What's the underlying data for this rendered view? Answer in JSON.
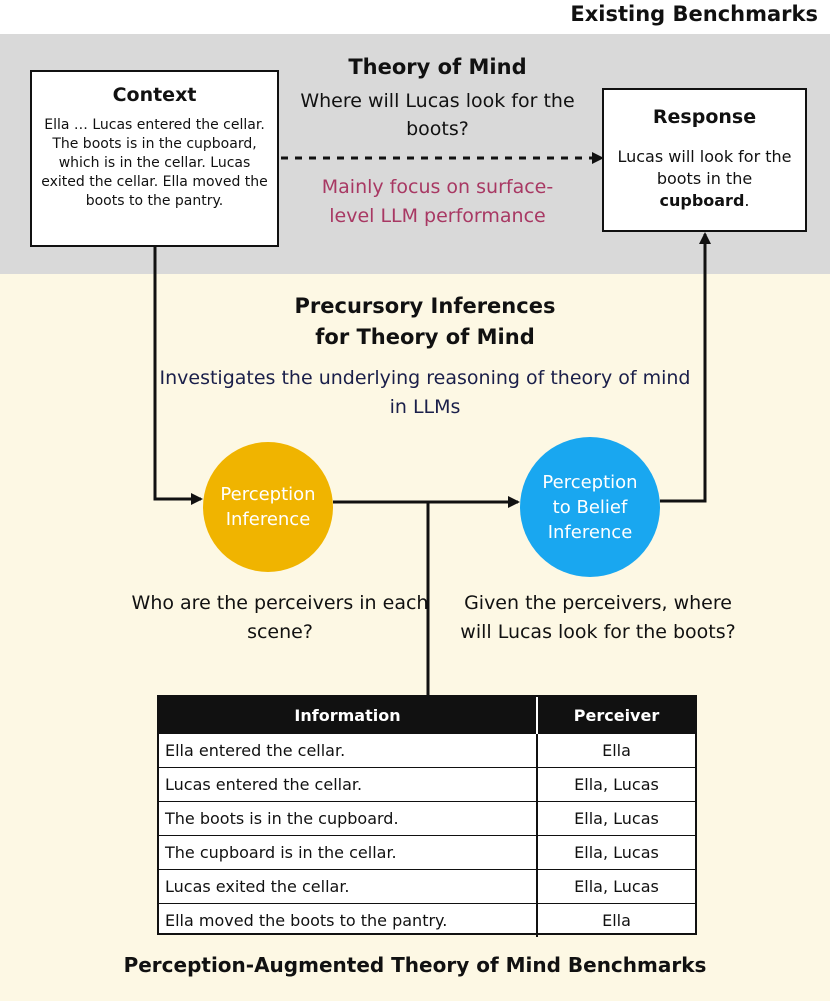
{
  "existing": {
    "band_label": "Existing Benchmarks",
    "tom_title": "Theory of Mind",
    "tom_question": "Where will Lucas look for the boots?",
    "tom_focus": "Mainly focus on surface-level LLM performance",
    "focus_color": "#a83863"
  },
  "context": {
    "title": "Context",
    "body": "Ella … Lucas entered the cellar. The boots is in the cupboard, which is in the cellar. Lucas exited the cellar. Ella moved the boots to the pantry."
  },
  "response": {
    "title": "Response",
    "body_prefix": "Lucas will look for the boots in the ",
    "body_bold": "cupboard",
    "body_suffix": "."
  },
  "precursory": {
    "title_line1": "Precursory Inferences",
    "title_line2": "for Theory of Mind",
    "subtitle": "Investigates the underlying reasoning of theory of mind in LLMs"
  },
  "nodes": {
    "perception": {
      "label_line1": "Perception",
      "label_line2": "Inference",
      "color": "#f0b400"
    },
    "belief": {
      "label_line1": "Perception",
      "label_line2": "to Belief",
      "label_line3": "Inference",
      "color": "#19a7f0"
    }
  },
  "questions": {
    "left": "Who are the perceivers in each scene?",
    "right": "Given the perceivers, where will Lucas look for the boots?"
  },
  "table": {
    "headers": [
      "Information",
      "Perceiver"
    ],
    "rows": [
      [
        "Ella entered the cellar.",
        "Ella"
      ],
      [
        "Lucas entered the cellar.",
        "Ella, Lucas"
      ],
      [
        "The boots is in the cupboard.",
        "Ella, Lucas"
      ],
      [
        "The cupboard is in the cellar.",
        "Ella, Lucas"
      ],
      [
        "Lucas exited the cellar.",
        "Ella, Lucas"
      ],
      [
        "Ella moved the boots to the pantry.",
        "Ella"
      ]
    ]
  },
  "footer": {
    "title": "Perception-Augmented Theory of Mind Benchmarks"
  },
  "colors": {
    "top_band": "#d9d9d9",
    "bottom_band": "#fdf8e4",
    "subtitle": "#1a1f4a"
  }
}
